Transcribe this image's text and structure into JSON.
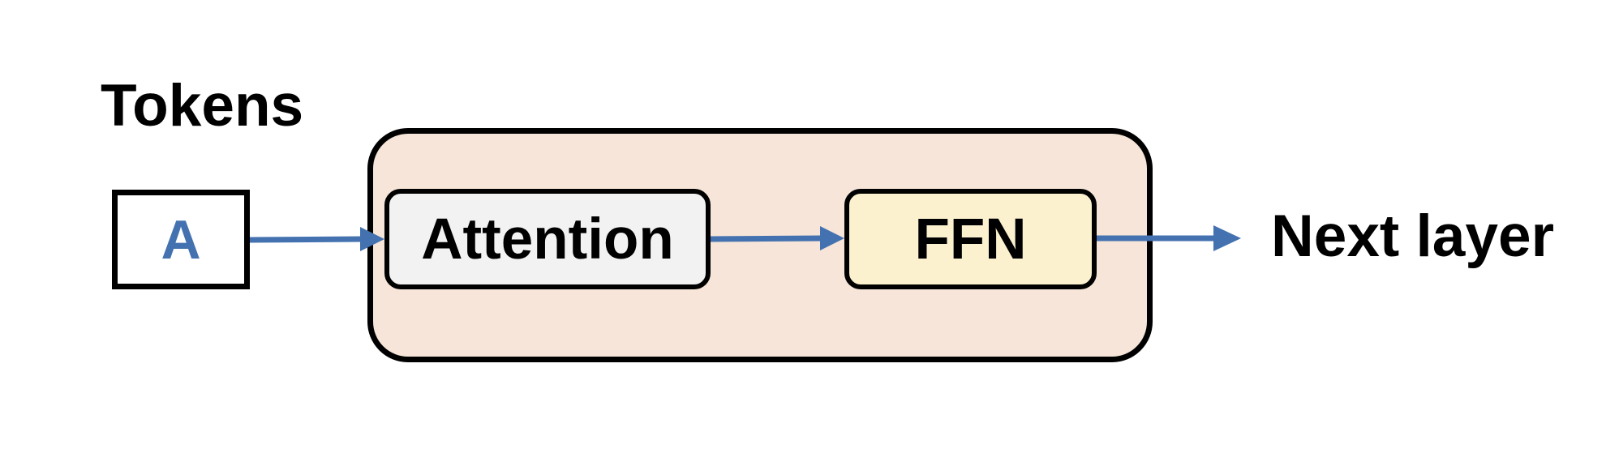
{
  "diagram": {
    "tokens_label": "Tokens",
    "token": "A",
    "attention_label": "Attention",
    "ffn_label": "FFN",
    "next_layer_label": "Next layer"
  },
  "colors": {
    "token_text": "#4472B0",
    "arrow": "#4472B0",
    "block_fill": "#F6E5D8",
    "attention_fill": "#F2F2F2",
    "ffn_fill": "#FBF1CF",
    "border": "#000000"
  }
}
